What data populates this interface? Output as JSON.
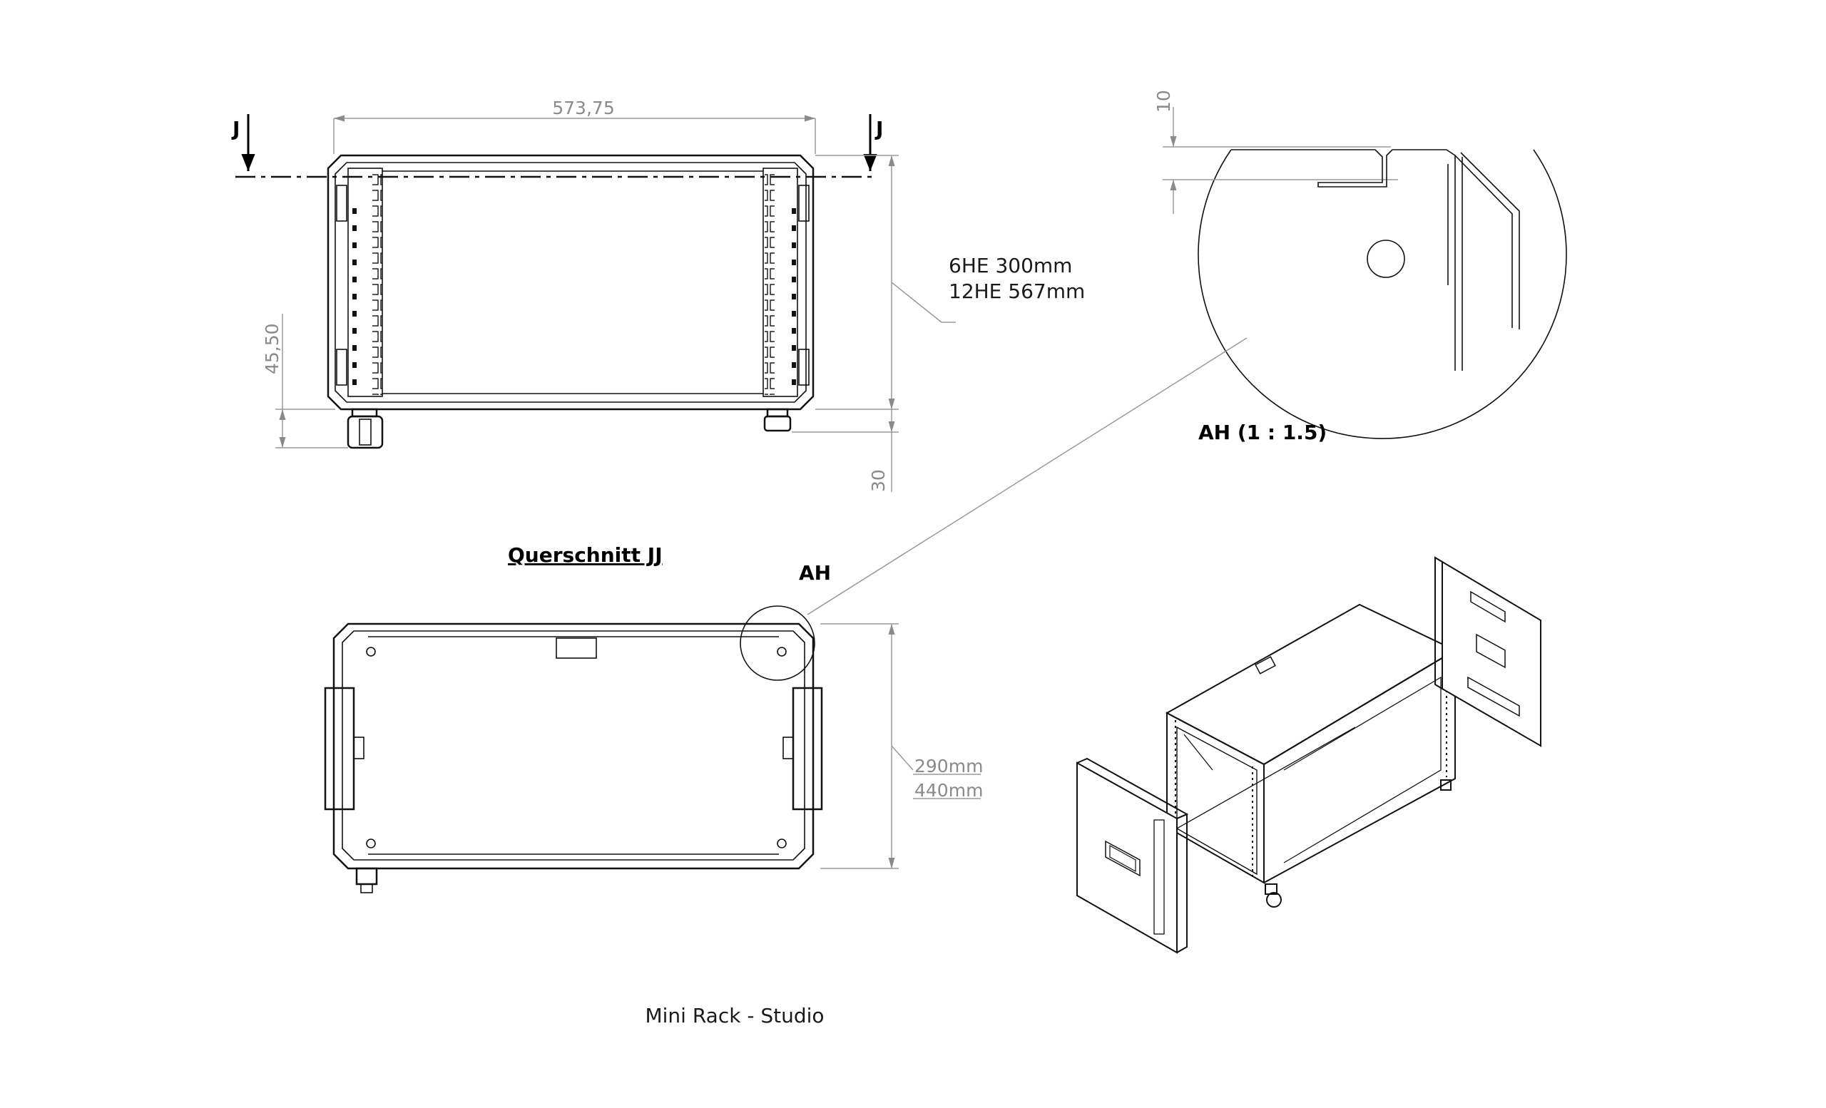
{
  "front_view": {
    "width_dim": "573,75",
    "section_marker_left": "J",
    "section_marker_right": "J",
    "height_note_1": "6HE   300mm",
    "height_note_2": "12HE 567mm",
    "side_dim": "45,50",
    "foot_dim": "30"
  },
  "detail": {
    "top_dim": "10",
    "title": "AH (1 : 1.5)"
  },
  "section": {
    "title": "Querschnitt JJ",
    "detail_marker": "AH",
    "depth_note_1": "290mm",
    "depth_note_2": "440mm"
  },
  "caption": "Mini Rack  -  Studio"
}
